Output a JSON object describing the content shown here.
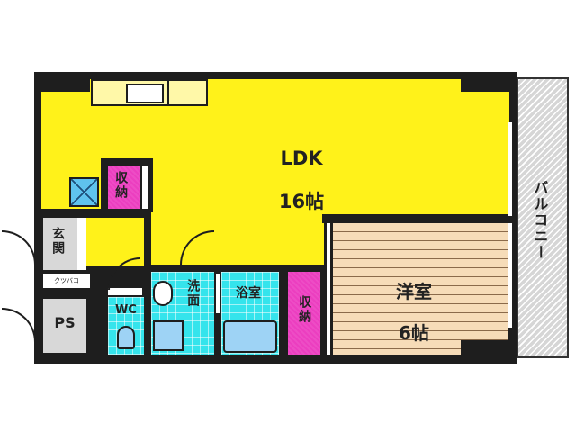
{
  "floorplan": {
    "rooms": {
      "ldk": {
        "name": "LDK",
        "size": "16帖"
      },
      "western_room": {
        "name": "洋室",
        "size": "6帖"
      },
      "ldk_storage": {
        "name": "収納"
      },
      "bedroom_storage": {
        "name": "収納"
      },
      "entrance": {
        "name": "玄関"
      },
      "shoe_box": {
        "name": "クツバコ"
      },
      "pipe_space": {
        "name": "PS"
      },
      "toilet": {
        "name": "WC"
      },
      "washroom": {
        "name": "洗面"
      },
      "bathroom": {
        "name": "浴室"
      },
      "balcony": {
        "name": "バルコニー"
      }
    },
    "colors": {
      "ldk": "#fff21a",
      "storage": "#ec3ec0",
      "wet_area": "#35e4ec",
      "wood_floor": "#f6dcb8",
      "utility": "#d8d8d8",
      "wall": "#1e1e1e"
    }
  }
}
